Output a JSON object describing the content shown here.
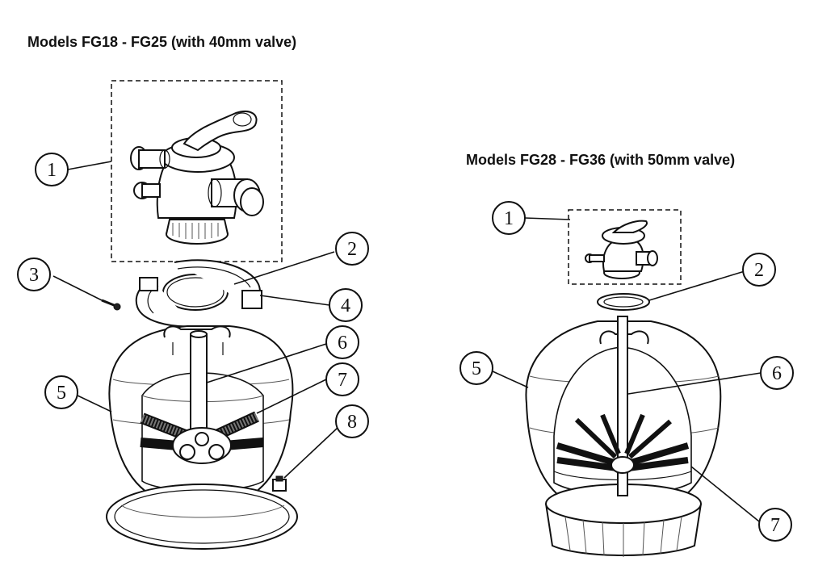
{
  "diagram": {
    "left_title": "Models FG18 - FG25 (with 40mm valve)",
    "right_title": "Models FG28 - FG36 (with 50mm valve)",
    "left_callouts": [
      "1",
      "2",
      "3",
      "4",
      "5",
      "6",
      "7",
      "8"
    ],
    "right_callouts": [
      "1",
      "2",
      "5",
      "6",
      "7"
    ]
  }
}
